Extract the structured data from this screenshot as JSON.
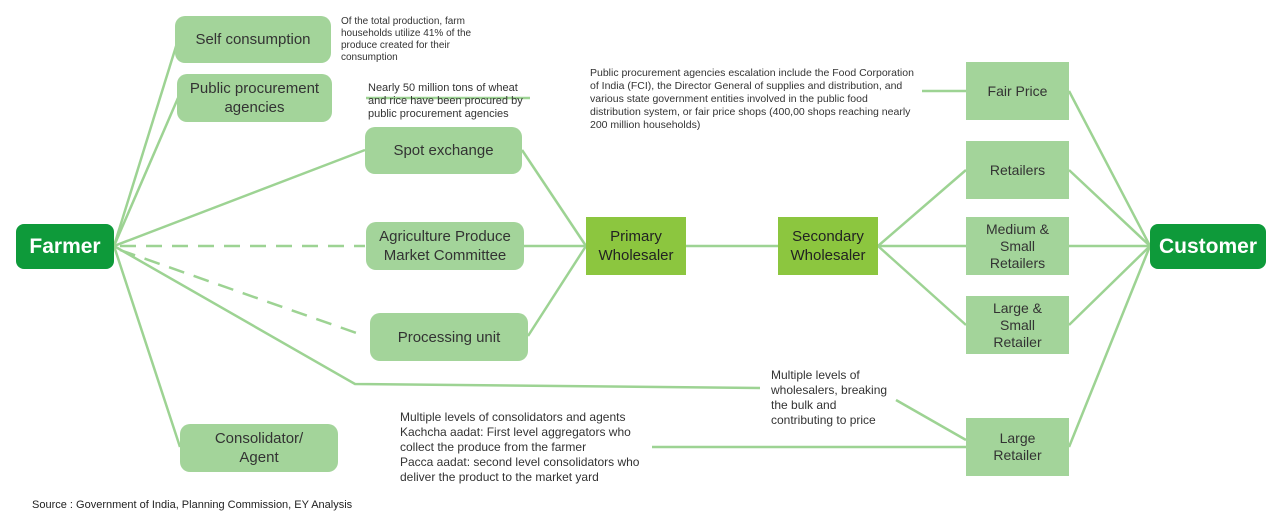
{
  "nodes": {
    "farmer": "Farmer",
    "customer": "Customer",
    "self_consumption": "Self consumption",
    "public_procurement": "Public procurement agencies",
    "spot_exchange": "Spot exchange",
    "apmc": "Agriculture Produce Market Committee",
    "processing_unit": "Processing unit",
    "consolidator": "Consolidator/ Agent",
    "primary_wholesaler": "Primary Wholesaler",
    "secondary_wholesaler": "Secondary Wholesaler",
    "fair_price": "Fair Price",
    "retailers": "Retailers",
    "medium_small_retailers": "Medium & Small Retailers",
    "large_small_retailer": "Large & Small Retailer",
    "large_retailer": "Large Retailer"
  },
  "notes": {
    "self_consumption": "Of the total production, farm households utilize 41% of the produce created for their consumption",
    "procurement_volume": "Nearly 50 million tons of wheat and rice have been procured by public procurement agencies",
    "procurement_agencies": "Public procurement agencies escalation include the Food Corporation of India (FCI), the Director General of supplies and distribution, and various state government entities involved in the public food distribution system, or fair price shops (400,00 shops reaching nearly 200 million households)",
    "wholesaler_levels": "Multiple levels of wholesalers, breaking the bulk and contributing to price",
    "consolidator_lines": [
      "Multiple levels of consolidators and agents",
      "Kachcha aadat: First level aggregators who",
      "collect the produce from the farmer",
      "Pacca aadat: second level consolidators who",
      "deliver the product to the market yard"
    ]
  },
  "source": "Source : Government of India, Planning Commission, EY Analysis",
  "colors": {
    "dark_green": "#0e9a3a",
    "light_green": "#a3d49a",
    "lime_green": "#8cc63f",
    "connector": "#9dd393"
  }
}
